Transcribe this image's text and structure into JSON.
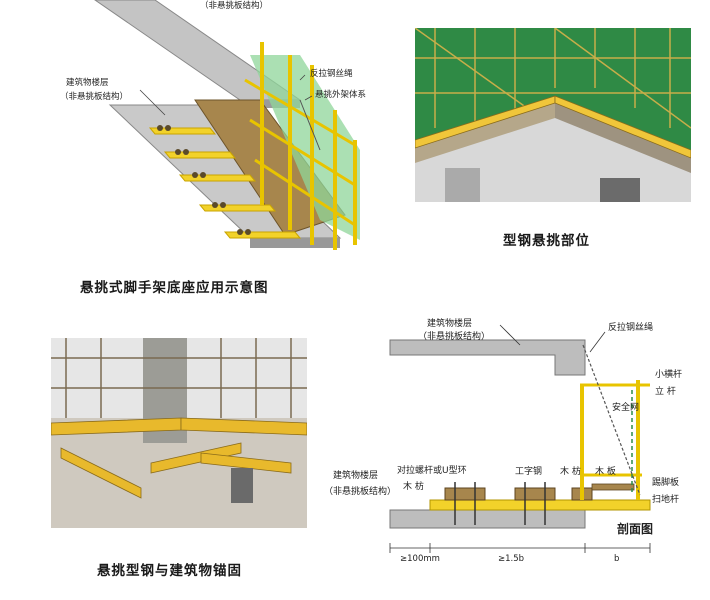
{
  "iso": {
    "label_top": "（非悬挑板结构）",
    "label_floor_1": "建筑物楼层",
    "label_floor_2": "（非悬挑板结构）",
    "label_rope": "反拉钢丝绳",
    "label_frame": "悬挑外架体系",
    "caption": "悬挑式脚手架底座应用示意图"
  },
  "photo_top": {
    "caption": "型钢悬挑部位"
  },
  "photo_bottom": {
    "caption": "悬挑型钢与建筑物锚固"
  },
  "section": {
    "top_floor_1": "建筑物楼层",
    "top_floor_2": "（非悬挑板结构）",
    "rope": "反拉钢丝绳",
    "small_bar": "小横杆",
    "upright": "立 杆",
    "safety_net": "安全网",
    "floor_1": "建筑物楼层",
    "floor_2": "（非悬挑板结构）",
    "bolt": "对拉螺杆或U型环",
    "wood_left": "木  枋",
    "i_beam": "工字钢",
    "wood_mid": "木 枋",
    "board": "木 板",
    "toe_board": "踢脚板",
    "sweep_bar": "扫地杆",
    "title": "剖面图",
    "dim_1": "≥100mm",
    "dim_2": "≥1.5b",
    "dim_3": "b"
  },
  "colors": {
    "steel_yellow": "#f2d22a",
    "concrete": "#b9b9b9",
    "wood": "#a7864d",
    "net_green": "#2e8b4a"
  }
}
